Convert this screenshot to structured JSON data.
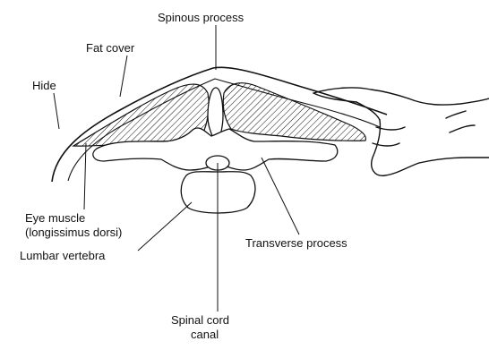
{
  "labels": {
    "spinous_process": "Spinous process",
    "fat_cover": "Fat cover",
    "hide": "Hide",
    "eye_muscle_line1": "Eye muscle",
    "eye_muscle_line2": "(longissimus dorsi)",
    "transverse_process": "Transverse process",
    "lumbar_vertebra": "Lumbar vertebra",
    "spinal_cord_line1": "Spinal cord",
    "spinal_cord_line2": "canal"
  },
  "colors": {
    "line": "#111111",
    "background": "#ffffff"
  }
}
